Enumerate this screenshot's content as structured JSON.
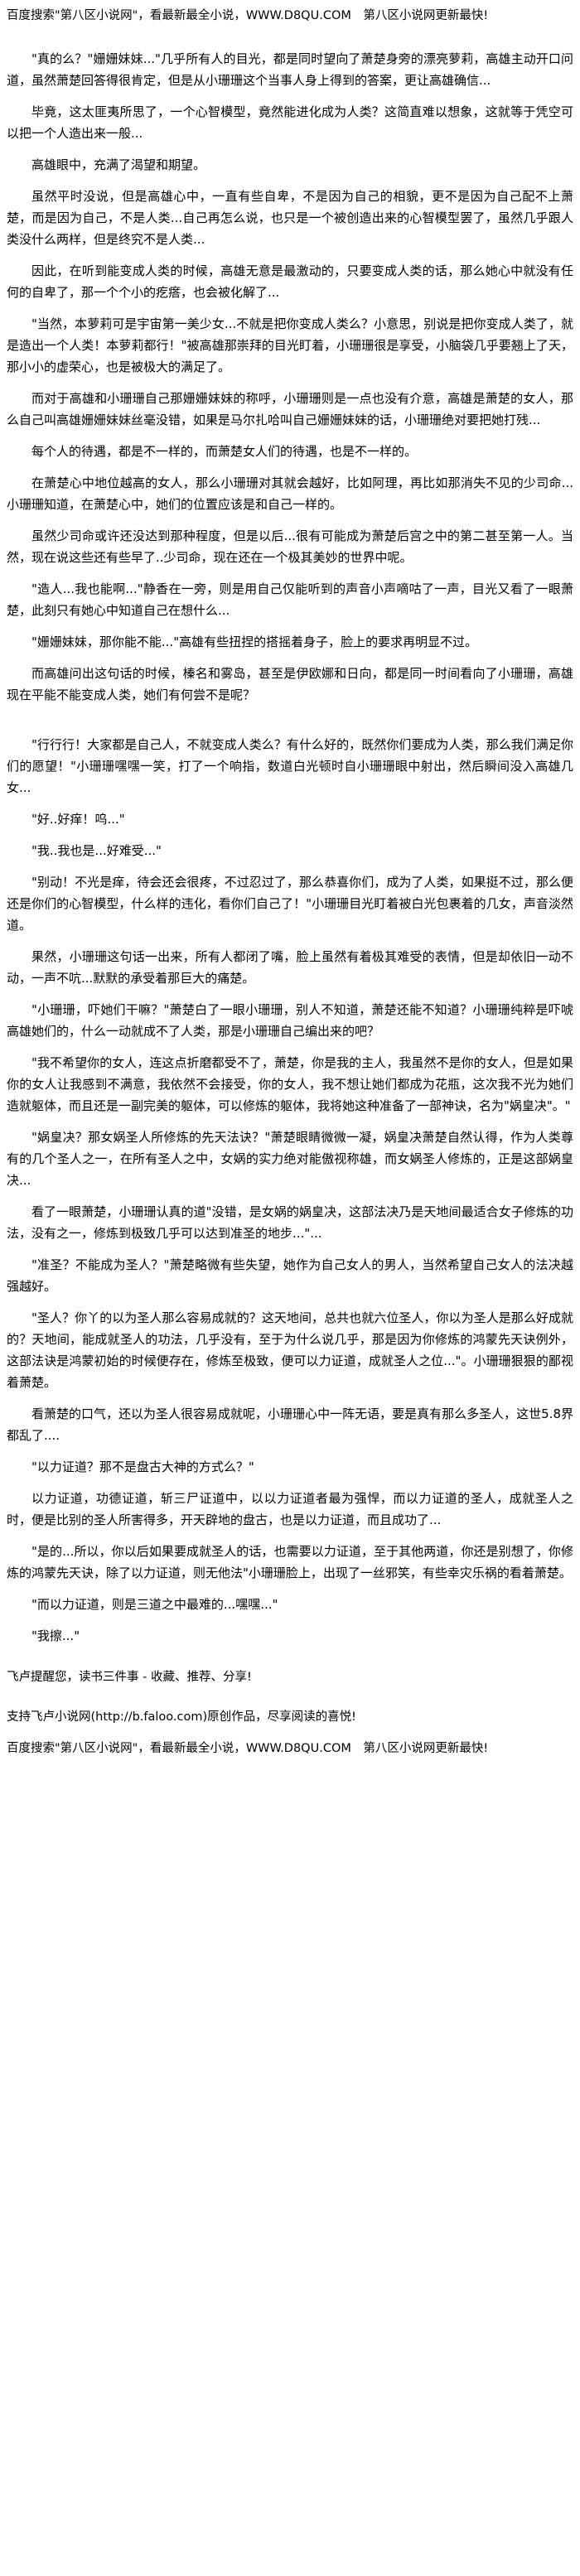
{
  "header": {
    "banner": "百度搜索\"第八区小说网\"，看最新最全小说，WWW.D8QU.COM　第八区小说网更新最快!"
  },
  "paragraphs": [
    "\"真的么？\"姗姗妹妹...\"几乎所有人的目光，都是同时望向了萧楚身旁的漂亮萝莉，高雄主动开口问道，虽然萧楚回答得很肯定，但是从小珊珊这个当事人身上得到的答案，更让高雄确信...",
    "毕竟，这太匪夷所思了，一个心智模型，竟然能进化成为人类？这简直难以想象，这就等于凭空可以把一个人造出来一般...",
    "高雄眼中，充满了渴望和期望。",
    "虽然平时没说，但是高雄心中，一直有些自卑，不是因为自己的相貌，更不是因为自己配不上萧楚，而是因为自己，不是人类...自己再怎么说，也只是一个被创造出来的心智模型罢了，虽然几乎跟人类没什么两样，但是终究不是人类...",
    "因此，在听到能变成人类的时候，高雄无意是最激动的，只要变成人类的话，那么她心中就没有任何的自卑了，那一个个小的疙瘩，也会被化解了...",
    "\"当然，本萝莉可是宇宙第一美少女...不就是把你变成人类么？小意思，别说是把你变成人类了，就是造出一个人类！本萝莉都行！\"被高雄那崇拜的目光盯着，小珊珊很是享受，小脑袋几乎要翘上了天，那小小的虚荣心，也是被极大的满足了。",
    "而对于高雄和小珊珊自己那姗姗妹妹的称呼，小珊珊则是一点也没有介意，高雄是萧楚的女人，那么自己叫高雄姗姗妹妹丝毫没错，如果是马尔扎哈叫自己姗姗妹妹的话，小珊珊绝对要把她打残...",
    "每个人的待遇，都是不一样的，而萧楚女人们的待遇，也是不一样的。",
    "在萧楚心中地位越高的女人，那么小珊珊对其就会越好，比如阿理，再比如那消失不见的少司命...小珊珊知道，在萧楚心中，她们的位置应该是和自己一样的。",
    "虽然少司命或许还没达到那种程度，但是以后...很有可能成为萧楚后宫之中的第二甚至第一人。当然，现在说这些还有些早了..少司命，现在还在一个极其美妙的世界中呢。",
    "\"造人...我也能啊...\"静香在一旁，则是用自己仅能听到的声音小声嘀咕了一声，目光又看了一眼萧楚，此刻只有她心中知道自己在想什么...",
    "\"姗姗妹妹，那你能不能...\"高雄有些扭捏的搭摇着身子，脸上的要求再明显不过。",
    "而高雄问出这句话的时候，榛名和雾岛，甚至是伊欧娜和日向，都是同一时间看向了小珊珊，高雄现在平能不能变成人类，她们有何尝不是呢？",
    "\"行行行！大家都是自己人，不就变成人类么？有什么好的，既然你们要成为人类，那么我们满足你们的愿望！\"小珊珊嘿嘿一笑，打了一个响指，数道白光顿时自小珊珊眼中射出，然后瞬间没入高雄几女...",
    "\"好..好痒！呜...\"",
    "\"我..我也是...好难受...\"",
    "\"别动！不光是痒，待会还会很疼，不过忍过了，那么恭喜你们，成为了人类，如果挺不过，那么便还是你们的心智模型，什么样的违化，看你们自己了！\"小珊珊目光盯着被白光包裹着的几女，声音淡然道。",
    "果然，小珊珊这句话一出来，所有人都闭了嘴，脸上虽然有着极其难受的表情，但是却依旧一动不动，一声不吭...默默的承受着那巨大的痛楚。",
    "\"小珊珊，吓她们干嘛？\"萧楚白了一眼小珊珊，别人不知道，萧楚还能不知道？小珊珊纯粹是吓唬高雄她们的，什么一动就成不了人类，那是小珊珊自己编出来的吧？",
    "\"我不希望你的女人，连这点折磨都受不了，萧楚，你是我的主人，我虽然不是你的女人，但是如果你的女人让我感到不满意，我依然不会接受，你的女人，我不想让她们都成为花瓶，这次我不光为她们造就躯体，而且还是一副完美的躯体，可以修炼的躯体，我将她这种准备了一部神诀，名为\"娲皇决\"。\"",
    "\"娲皇决？那女娲圣人所修炼的先天法诀？\"萧楚眼睛微微一凝，娲皇决萧楚自然认得，作为人类尊有的几个圣人之一，在所有圣人之中，女娲的实力绝对能傲视称雄，而女娲圣人修炼的，正是这部娲皇决...",
    "看了一眼萧楚，小珊珊认真的道\"没错，是女娲的娲皇决，这部法决乃是天地间最适合女子修炼的功法，没有之一，修炼到极致几乎可以达到准圣的地步...\"...",
    "\"准圣？不能成为圣人？\"萧楚略微有些失望，她作为自己女人的男人，当然希望自己女人的法决越强越好。",
    "\"圣人？你丫的以为圣人那么容易成就的？这天地间，总共也就六位圣人，你以为圣人是那么好成就的？天地间，能成就圣人的功法，几乎没有，至于为什么说几乎，那是因为你修炼的鸿蒙先天诀例外，这部法诀是鸿蒙初始的时候便存在，修炼至极致，便可以力证道，成就圣人之位...\"。小珊珊狠狠的鄙视着萧楚。",
    "看萧楚的口气，还以为圣人很容易成就呢，小珊珊心中一阵无语，要是真有那么多圣人，这世5.8界都乱了....",
    "\"以力证道？那不是盘古大神的方式么？\"",
    "以力证道，功德证道，斩三尸证道中，以以力证道者最为强悍，而以力证道的圣人，成就圣人之时，便是比别的圣人所害得多，开天辟地的盘古，也是以力证道，而且成功了...",
    "\"是的...所以，你以后如果要成就圣人的话，也需要以力证道，至于其他两道，你还是别想了，你修炼的鸿蒙先天诀，除了以力证道，则无他法\"小珊珊脸上，出现了一丝邪笑，有些幸灾乐祸的看着萧楚。",
    "\"而以力证道，则是三道之中最难的...嘿嘿...\"",
    "\"我擦...\""
  ],
  "footer": {
    "line1": "飞卢提醒您，读书三件事 - 收藏、推荐、分享!",
    "line2": "支持飞卢小说网(http://b.faloo.com)原创作品，尽享阅读的喜悦!",
    "banner": "百度搜索\"第八区小说网\"，看最新最全小说，WWW.D8QU.COM　第八区小说网更新最快!"
  }
}
